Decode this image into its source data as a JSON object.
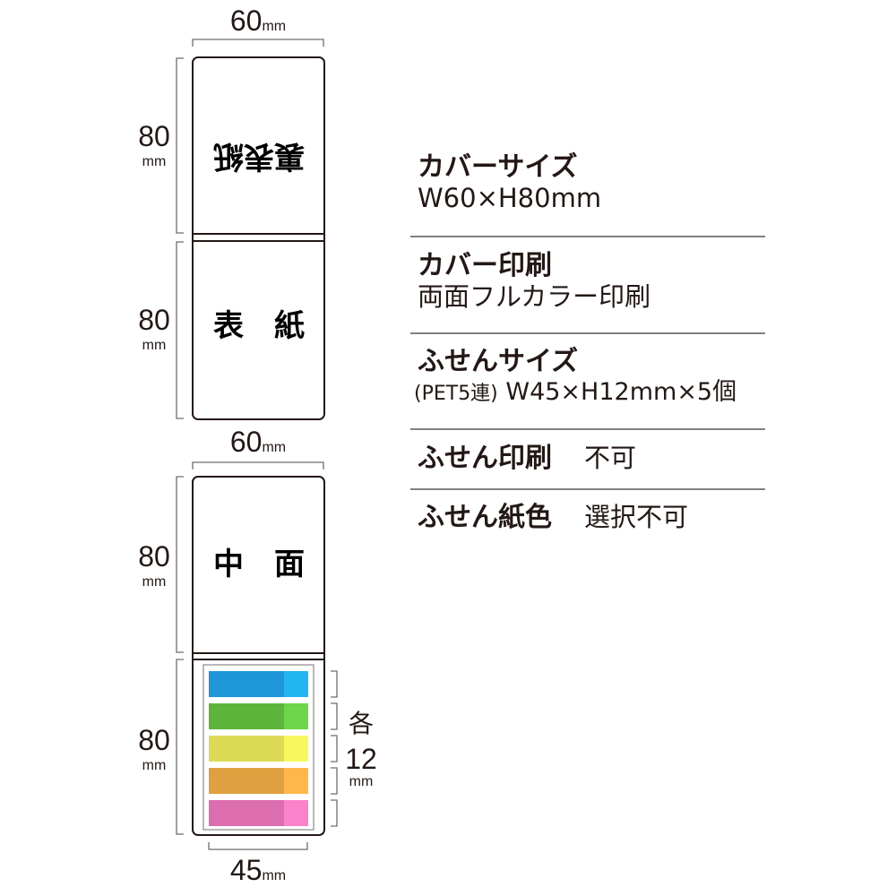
{
  "cover": {
    "width": {
      "num": "60",
      "unit": "mm"
    },
    "back_height": {
      "num": "80",
      "unit": "mm"
    },
    "front_height": {
      "num": "80",
      "unit": "mm"
    },
    "back_label": "裏表紙",
    "front_label": "表　紙"
  },
  "inner": {
    "width": {
      "num": "60",
      "unit": "mm"
    },
    "top_height": {
      "num": "80",
      "unit": "mm"
    },
    "bottom_height": {
      "num": "80",
      "unit": "mm"
    },
    "top_label": "中　面",
    "sticky_width": {
      "num": "45",
      "unit": "mm"
    },
    "each_label": "各",
    "each_value": {
      "num": "12",
      "unit": "mm"
    },
    "sticky_colors": [
      {
        "main": "#1e96d8",
        "tab": "#22b5f2"
      },
      {
        "main": "#5db53b",
        "tab": "#6dd64a"
      },
      {
        "main": "#dddb56",
        "tab": "#f8f75e"
      },
      {
        "main": "#dfa040",
        "tab": "#ffb64b"
      },
      {
        "main": "#dc6eb0",
        "tab": "#fc82cb"
      }
    ]
  },
  "specs": {
    "cover_size": {
      "title": "カバーサイズ",
      "value": "W60×H80mm"
    },
    "cover_print": {
      "title": "カバー印刷",
      "value": "両面フルカラー印刷"
    },
    "sticky_size": {
      "title": "ふせんサイズ",
      "value_paren": "(PET5連)",
      "value": "W45×H12mm×5個"
    },
    "sticky_print": {
      "title": "ふせん印刷",
      "value": "不可"
    },
    "sticky_color": {
      "title": "ふせん紙色",
      "value": "選択不可"
    }
  }
}
